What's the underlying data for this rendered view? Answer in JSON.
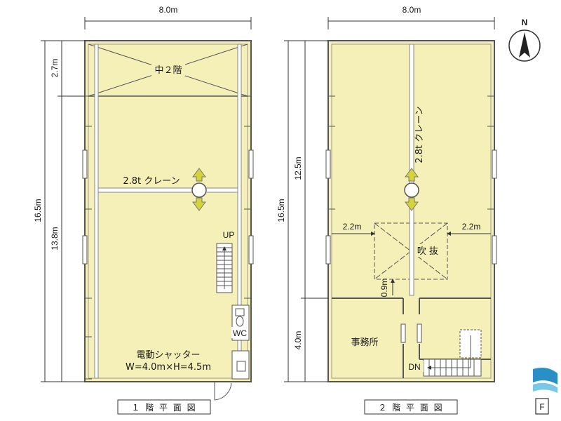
{
  "floor1": {
    "width_dim": "8.0m",
    "height_total_dim": "16.5m",
    "mezz_dim": "2.7m",
    "lower_dim": "13.8m",
    "mezz_label": "中２階",
    "crane_label": "2.8t クレーン",
    "stair_label": "UP",
    "wc_label": "WC",
    "shutter_line1": "電動シャッター",
    "shutter_line2": "W=4.0m×H=4.5m",
    "caption": "１ 階 平 面 図"
  },
  "floor2": {
    "width_dim": "8.0m",
    "height_total_dim": "16.5m",
    "upper_dim": "12.5m",
    "lower_dim": "4.0m",
    "crane_label": "2.8t クレーン",
    "void_label": "吹 抜",
    "left_gap_dim": "2.2m",
    "right_gap_dim": "2.2m",
    "void_gap_dim": "0.9m",
    "office_label": "事務所",
    "stair_label": "DN",
    "caption": "２ 階 平 面 図"
  },
  "compass": {
    "label": "N"
  },
  "badge": {
    "label": "F"
  },
  "colors": {
    "floor_fill": "#f5f0b8",
    "line": "#555555",
    "arrow": "#d4d43a",
    "badge_blue": "#2a8fc4"
  }
}
